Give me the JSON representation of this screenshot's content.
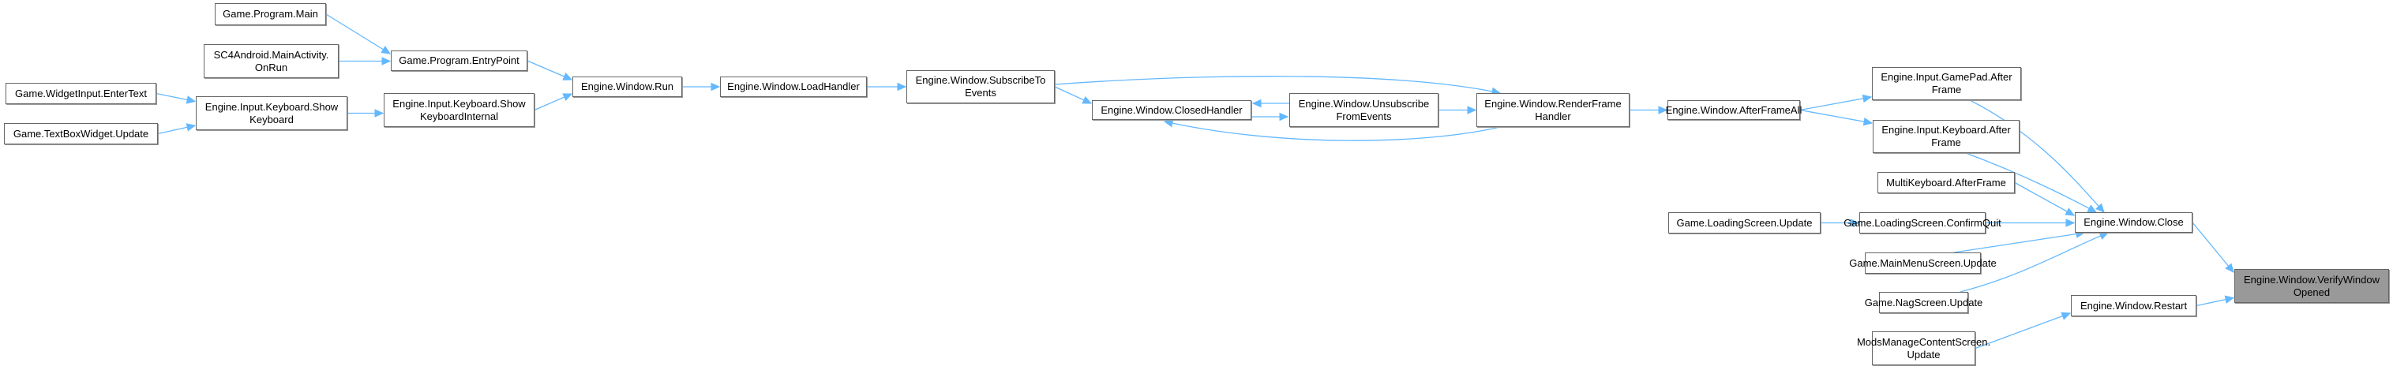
{
  "diagram": {
    "type": "call-graph",
    "edge_color": "#63b8ff",
    "focus_fill": "#999999",
    "nodes": [
      {
        "id": "program_main",
        "label": "Game.Program.Main"
      },
      {
        "id": "sc4android_onrun",
        "label": "SC4Android.MainActivity.\nOnRun"
      },
      {
        "id": "program_entrypoint",
        "label": "Game.Program.EntryPoint"
      },
      {
        "id": "widgetinput_entertext",
        "label": "Game.WidgetInput.EnterText"
      },
      {
        "id": "textboxwidget_update",
        "label": "Game.TextBoxWidget.Update"
      },
      {
        "id": "keyboard_showkeyboard",
        "label": "Engine.Input.Keyboard.Show\nKeyboard"
      },
      {
        "id": "keyboard_showkeyboardinternal",
        "label": "Engine.Input.Keyboard.Show\nKeyboardInternal"
      },
      {
        "id": "window_run",
        "label": "Engine.Window.Run"
      },
      {
        "id": "window_loadhandler",
        "label": "Engine.Window.LoadHandler"
      },
      {
        "id": "window_subscribetoevents",
        "label": "Engine.Window.SubscribeTo\nEvents"
      },
      {
        "id": "window_closedhandler",
        "label": "Engine.Window.ClosedHandler"
      },
      {
        "id": "window_unsubscribefromevents",
        "label": "Engine.Window.Unsubscribe\nFromEvents"
      },
      {
        "id": "window_renderframehandler",
        "label": "Engine.Window.RenderFrame\nHandler"
      },
      {
        "id": "window_afterframeall",
        "label": "Engine.Window.AfterFrameAll"
      },
      {
        "id": "gamepad_afterframe",
        "label": "Engine.Input.GamePad.After\nFrame"
      },
      {
        "id": "keyboard_afterframe",
        "label": "Engine.Input.Keyboard.After\nFrame"
      },
      {
        "id": "multikeyboard_afterframe",
        "label": "MultiKeyboard.AfterFrame"
      },
      {
        "id": "loadingscreen_update",
        "label": "Game.LoadingScreen.Update"
      },
      {
        "id": "loadingscreen_confirmquit",
        "label": "Game.LoadingScreen.ConfirmQuit"
      },
      {
        "id": "mainmenuscreen_update",
        "label": "Game.MainMenuScreen.Update"
      },
      {
        "id": "nagscreen_update",
        "label": "Game.NagScreen.Update"
      },
      {
        "id": "modsmanagecontentscreen_update",
        "label": "ModsManageContentScreen.\nUpdate"
      },
      {
        "id": "window_close",
        "label": "Engine.Window.Close"
      },
      {
        "id": "window_restart",
        "label": "Engine.Window.Restart"
      },
      {
        "id": "window_verifywindowopened",
        "label": "Engine.Window.VerifyWindow\nOpened",
        "focus": true
      }
    ],
    "edges": [
      {
        "from": "program_main",
        "to": "program_entrypoint"
      },
      {
        "from": "sc4android_onrun",
        "to": "program_entrypoint"
      },
      {
        "from": "program_entrypoint",
        "to": "window_run"
      },
      {
        "from": "widgetinput_entertext",
        "to": "keyboard_showkeyboard"
      },
      {
        "from": "textboxwidget_update",
        "to": "keyboard_showkeyboard"
      },
      {
        "from": "keyboard_showkeyboard",
        "to": "keyboard_showkeyboardinternal"
      },
      {
        "from": "keyboard_showkeyboardinternal",
        "to": "window_run"
      },
      {
        "from": "window_run",
        "to": "window_loadhandler"
      },
      {
        "from": "window_loadhandler",
        "to": "window_subscribetoevents"
      },
      {
        "from": "window_subscribetoevents",
        "to": "window_closedhandler"
      },
      {
        "from": "window_subscribetoevents",
        "to": "window_renderframehandler"
      },
      {
        "from": "window_closedhandler",
        "to": "window_unsubscribefromevents"
      },
      {
        "from": "window_unsubscribefromevents",
        "to": "window_closedhandler"
      },
      {
        "from": "window_unsubscribefromevents",
        "to": "window_renderframehandler"
      },
      {
        "from": "window_renderframehandler",
        "to": "window_closedhandler"
      },
      {
        "from": "window_renderframehandler",
        "to": "window_afterframeall"
      },
      {
        "from": "window_afterframeall",
        "to": "gamepad_afterframe"
      },
      {
        "from": "window_afterframeall",
        "to": "keyboard_afterframe"
      },
      {
        "from": "gamepad_afterframe",
        "to": "window_close"
      },
      {
        "from": "keyboard_afterframe",
        "to": "window_close"
      },
      {
        "from": "multikeyboard_afterframe",
        "to": "window_close"
      },
      {
        "from": "loadingscreen_update",
        "to": "loadingscreen_confirmquit"
      },
      {
        "from": "loadingscreen_confirmquit",
        "to": "window_close"
      },
      {
        "from": "mainmenuscreen_update",
        "to": "window_close"
      },
      {
        "from": "nagscreen_update",
        "to": "window_close"
      },
      {
        "from": "modsmanagecontentscreen_update",
        "to": "window_restart"
      },
      {
        "from": "window_close",
        "to": "window_verifywindowopened"
      },
      {
        "from": "window_restart",
        "to": "window_verifywindowopened"
      }
    ]
  }
}
